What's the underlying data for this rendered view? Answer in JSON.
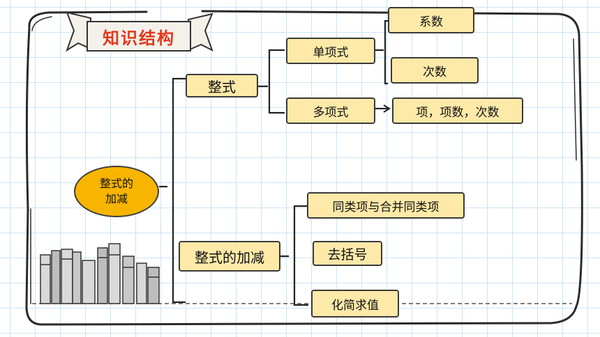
{
  "title": "知识结构",
  "root": {
    "line1": "整式的",
    "line2": "加减"
  },
  "nodes": {
    "zhengshi": "整式",
    "danxiangshi": "单项式",
    "xishu": "系数",
    "cishu": "次数",
    "duoxiangshi": "多项式",
    "xiang_xiangshu_cishu": "项，项数，次数",
    "zhengshi_jiajian": "整式的加减",
    "tonglei": "同类项与合并同类项",
    "qukuohao": "去括号",
    "huajian": "化简求值"
  },
  "colors": {
    "node_fill": "#fde9a8",
    "root_fill": "#f7b500",
    "title_red": "#e0381e",
    "grid": "#cfe3f3"
  }
}
